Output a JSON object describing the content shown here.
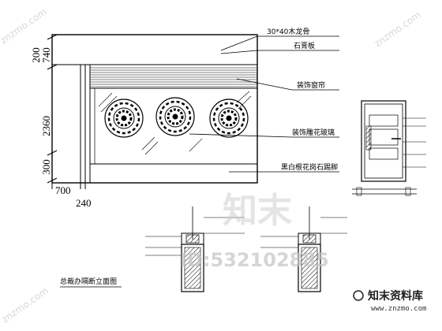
{
  "dimensions": {
    "top_a": "200",
    "top_b": "740",
    "middle": "2360",
    "bottom": "300",
    "bottom_left": "700",
    "bottom_under": "240"
  },
  "callouts": [
    "30*40木龙骨",
    "石膏板",
    "装饰窗帘",
    "装饰雕花玻璃",
    "黑白根花岗石踢脚"
  ],
  "drawing_title": "总裁办隔断立面图",
  "watermark": {
    "main": "知末",
    "id": "ID:532102885",
    "edge": "znzmo.com",
    "brand": "知末资料库",
    "brand_url": "www.znzmo.com"
  },
  "colors": {
    "line": "#000000",
    "watermark": "#cfcfcf",
    "background": "#ffffff"
  }
}
